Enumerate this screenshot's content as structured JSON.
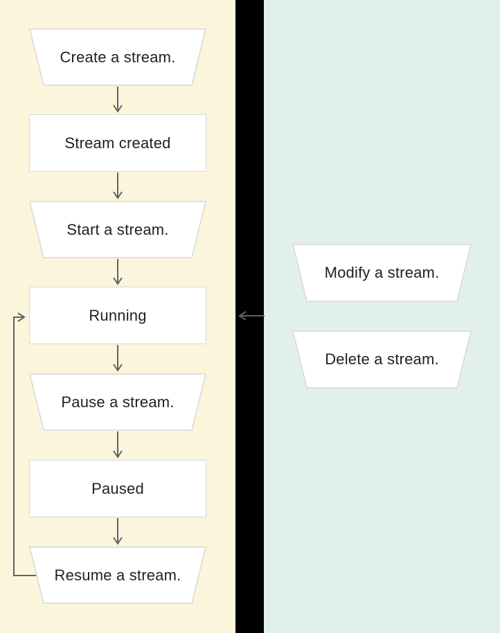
{
  "diagram": {
    "title_hint": "Stream lifecycle flowchart",
    "colors": {
      "left_panel_background": "#FBF5DC",
      "right_panel_background": "#E1F0E8",
      "divider": "#000000",
      "shape_fill": "#FFFFFF",
      "shape_border": "#D8D8D8",
      "arrow": "#5F6368",
      "text": "#212121"
    },
    "left_panel": {
      "nodes": [
        {
          "label": "Create a stream.",
          "shape": "trapezoid"
        },
        {
          "label": "Stream created",
          "shape": "rectangle"
        },
        {
          "label": "Start a stream.",
          "shape": "trapezoid"
        },
        {
          "label": "Running",
          "shape": "rectangle"
        },
        {
          "label": "Pause a stream.",
          "shape": "trapezoid"
        },
        {
          "label": "Paused",
          "shape": "rectangle"
        },
        {
          "label": "Resume a stream.",
          "shape": "trapezoid"
        }
      ]
    },
    "right_panel": {
      "nodes": [
        {
          "label": "Modify a stream.",
          "shape": "trapezoid"
        },
        {
          "label": "Delete a stream.",
          "shape": "trapezoid"
        }
      ]
    },
    "edges": [
      {
        "from": "Create a stream.",
        "to": "Stream created",
        "type": "down-arrow"
      },
      {
        "from": "Stream created",
        "to": "Start a stream.",
        "type": "down-arrow"
      },
      {
        "from": "Start a stream.",
        "to": "Running",
        "type": "down-arrow"
      },
      {
        "from": "Running",
        "to": "Pause a stream.",
        "type": "down-arrow"
      },
      {
        "from": "Pause a stream.",
        "to": "Paused",
        "type": "down-arrow"
      },
      {
        "from": "Paused",
        "to": "Resume a stream.",
        "type": "down-arrow"
      },
      {
        "from": "Resume a stream.",
        "to": "Running",
        "type": "loop-back-left"
      },
      {
        "from": "right-panel",
        "to": "Running",
        "type": "left-arrow"
      }
    ]
  }
}
